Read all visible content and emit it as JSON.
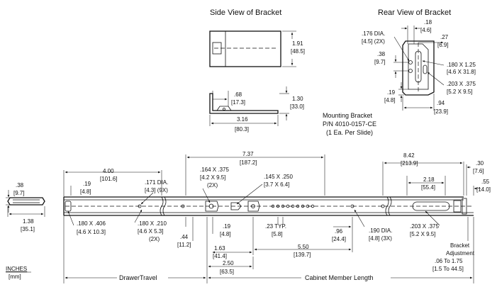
{
  "titles": {
    "side_view": "Side View of Bracket",
    "rear_view": "Rear View of Bracket"
  },
  "side_view": {
    "height_in": "1.91",
    "height_mm": "[48.5]",
    "flange_in": ".68",
    "flange_mm": "[17.3]",
    "depth_in": "1.30",
    "depth_mm": "[33.0]",
    "width_in": "3.16",
    "width_mm": "[80.3]"
  },
  "rear_view": {
    "top_in": ".18",
    "top_mm": "[4.6]",
    "hole_dia_in": ".176 DIA.",
    "hole_dia_mm": "[4.5] (2X)",
    "offset_in": ".27",
    "offset_mm": "[6.9]",
    "spacing_in": ".38",
    "spacing_mm": "[9.7]",
    "slot1_in": ".180 X 1.25",
    "slot1_mm": "[4.6 X 31.8]",
    "slot2_in": ".203 X .375",
    "slot2_mm": "[5.2 X 9.5]",
    "bottom_in": ".19",
    "bottom_mm": "[4.8]",
    "width_in": ".94",
    "width_mm": "[23.9]"
  },
  "mounting_bracket": {
    "line1": "Mounting Bracket",
    "line2": "P/N 4010-0157-CE",
    "line3": "(1 Ea. Per Slide)"
  },
  "slide": {
    "end_height_in": ".38",
    "end_height_mm": "[9.7]",
    "end_width_in": "1.38",
    "end_width_mm": "[35.1]",
    "d_400_in": "4.00",
    "d_400_mm": "[101.6]",
    "d_19a_in": ".19",
    "d_19a_mm": "[4.8]",
    "hole171_in": ".171 DIA.",
    "hole171_mm": "[4.3] (9X)",
    "slot164_in": ".164 X .375",
    "slot164_mm": "[4.2 X 9.5]",
    "slot164_qty": "(2X)",
    "d_737_in": "7.37",
    "d_737_mm": "[187.2]",
    "slot145_in": ".145 X .250",
    "slot145_mm": "[3.7 X 6.4]",
    "d_842_in": "8.42",
    "d_842_mm": "[213.9]",
    "d_218_in": "2.18",
    "d_218_mm": "[55.4]",
    "d_30_in": ".30",
    "d_30_mm": "[7.6]",
    "d_55_in": ".55",
    "d_55_mm": "[14.0]",
    "slot180_in": ".180 X .406",
    "slot180_mm": "[4.6 X 10.3]",
    "slot180b_in": ".180 X .210",
    "slot180b_mm": "[4.6 X 5.3]",
    "slot180b_qty": "(2X)",
    "d_44_in": ".44",
    "d_44_mm": "[11.2]",
    "d_19b_in": ".19",
    "d_19b_mm": "[4.8]",
    "d_163_in": "1.63",
    "d_163_mm": "[41.4]",
    "d_23_in": ".23 TYP.",
    "d_23_mm": "[5.8]",
    "d_550_in": "5.50",
    "d_550_mm": "[139.7]",
    "d_96_in": ".96",
    "d_96_mm": "[24.4]",
    "hole190_in": ".190 DIA.",
    "hole190_mm": "[4.8] (3X)",
    "slot203_in": ".203 X .375",
    "slot203_mm": "[5.2 X 9.5]",
    "d_250_in": "2.50",
    "d_250_mm": "[63.5]",
    "adj_line1": "Bracket",
    "adj_line2": "Adjustment",
    "adj_line3": ".06  To  1.75",
    "adj_line4": "[1.5  To  44.5]"
  },
  "footer": {
    "units_in": "INCHES",
    "units_mm": "[mm]",
    "drawer_travel": "DrawerTravel",
    "cabinet_length": "Cabinet Member Length"
  }
}
